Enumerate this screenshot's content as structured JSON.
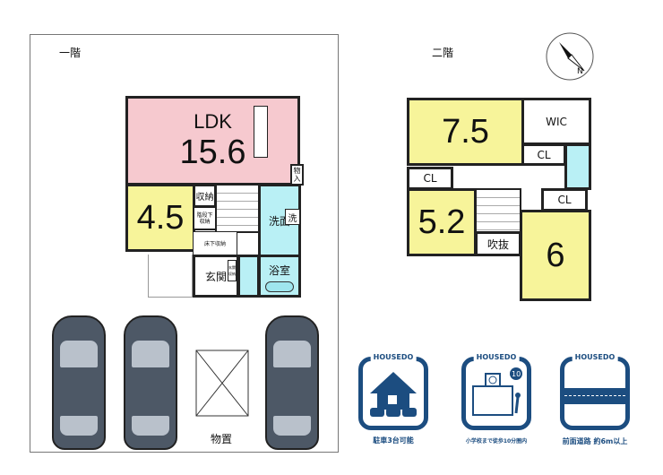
{
  "floor1": {
    "title": "一階",
    "ldk_label": "LDK",
    "ldk_size": "15.6",
    "storage_closet": "物入",
    "room_45": "4.5",
    "storage": "収納",
    "under_stairs_storage": "階段下収納",
    "underfloor_storage": "床下収納",
    "washroom": "洗面",
    "washer": "洗",
    "entrance": "玄関",
    "entrance_storage": "玄関収納",
    "bath": "浴室",
    "shed": "物置"
  },
  "floor2": {
    "title": "二階",
    "room_75": "7.5",
    "wic": "WIC",
    "cl1": "CL",
    "cl2": "CL",
    "cl3": "CL",
    "room_52": "5.2",
    "atrium": "吹抜",
    "room_6": "6"
  },
  "compass": {
    "north": "N"
  },
  "badges": [
    {
      "brand": "HOUSEDO",
      "caption": "駐車3台可能",
      "extra": ""
    },
    {
      "brand": "HOUSEDO",
      "caption": "小学校まで徒歩10分圏内",
      "extra": "10"
    },
    {
      "brand": "HOUSEDO",
      "caption": "前面道路 約6m以上",
      "extra": ""
    }
  ],
  "colors": {
    "ldk": "#f6c9cf",
    "room": "#f7f49a",
    "water": "#b9f0f5",
    "brand": "#1c4d80"
  }
}
